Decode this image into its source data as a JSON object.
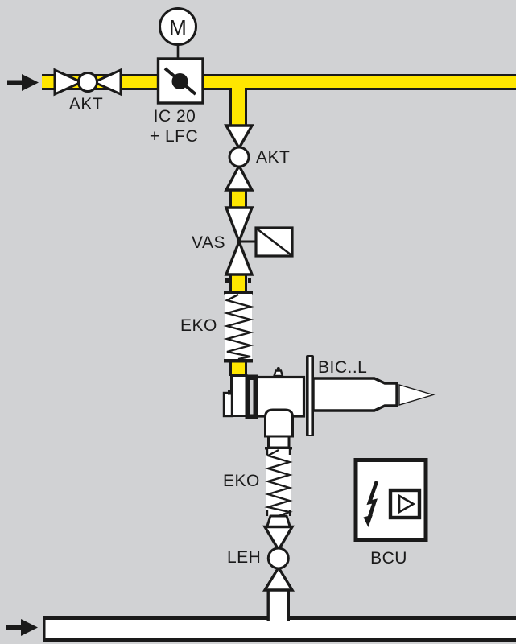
{
  "diagram": {
    "kind": "gas-burner-control-schematic",
    "labels": {
      "akt_inlet": "AKT",
      "motor": "M",
      "ic20_line1": "IC 20",
      "ic20_line2": "+ LFC",
      "akt_vertical": "AKT",
      "vas": "VAS",
      "eko_upper": "EKO",
      "burner": "BIC..L",
      "eko_lower": "EKO",
      "leh": "LEH",
      "bcu": "BCU"
    },
    "colors": {
      "background": "#d1d2d4",
      "gas_pipe": "#ffe600",
      "line": "#1a1a1a",
      "device_fill": "#ffffff"
    },
    "icons": {
      "motor": "circle-with-M",
      "butterfly_disc": "diagonal-disc-in-box",
      "solenoid": "box-with-diagonal",
      "spring": "zigzag-spring",
      "lightning": "bolt-arrow",
      "flame_detector": "boxed-play-triangle",
      "flow_arrow_gas": "right-arrow",
      "flow_arrow_air": "right-arrow"
    }
  }
}
